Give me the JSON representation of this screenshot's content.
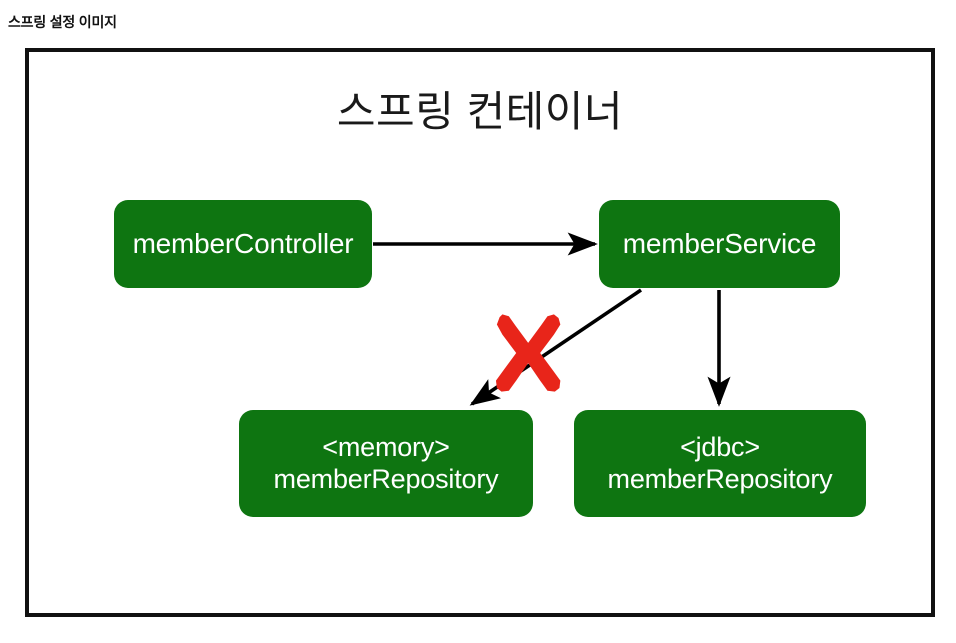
{
  "caption": "스프링 설정 이미지",
  "diagram": {
    "title": "스프링 컨테이너",
    "nodes": [
      {
        "id": "memberController",
        "label": "memberController",
        "stereotype": "",
        "color": "#0e7511"
      },
      {
        "id": "memberService",
        "label": "memberService",
        "stereotype": "",
        "color": "#0e7511"
      },
      {
        "id": "memoryMemberRepository",
        "label": "memberRepository",
        "stereotype": "<memory>",
        "color": "#0e7511"
      },
      {
        "id": "jdbcMemberRepository",
        "label": "memberRepository",
        "stereotype": "<jdbc>",
        "color": "#0e7511"
      }
    ],
    "edges": [
      {
        "from": "memberController",
        "to": "memberService",
        "style": "solid",
        "crossed_out": false
      },
      {
        "from": "memberService",
        "to": "memoryMemberRepository",
        "style": "solid",
        "crossed_out": true
      },
      {
        "from": "memberService",
        "to": "jdbcMemberRepository",
        "style": "solid",
        "crossed_out": false
      }
    ],
    "annotations": [
      {
        "type": "x-mark",
        "color": "#e8251a",
        "meaning": "connection-disabled"
      }
    ],
    "colors": {
      "bean_fill": "#0e7511",
      "bean_text": "#ffffff",
      "frame_border": "#111111",
      "arrow": "#000000",
      "x_mark": "#e8251a",
      "background": "#ffffff"
    }
  }
}
